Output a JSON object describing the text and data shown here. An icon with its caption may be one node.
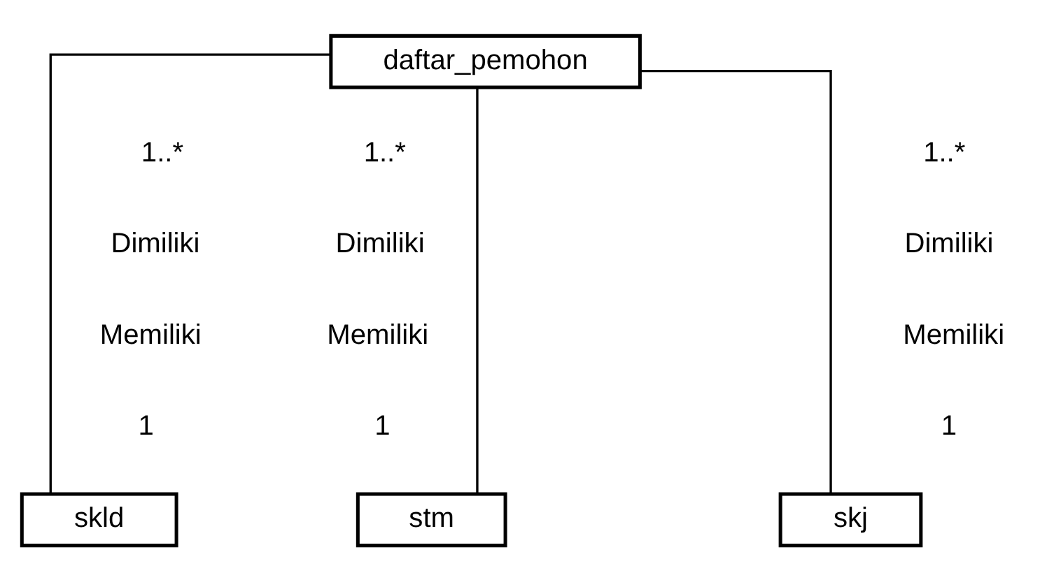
{
  "diagram": {
    "nodes": [
      {
        "text": [
          "daftar_pemohon"
        ]
      },
      {
        "text": [
          "skld"
        ]
      },
      {
        "text": [
          "stm"
        ]
      },
      {
        "text": [
          "skj"
        ]
      }
    ],
    "edges": [
      {
        "from": 0,
        "to": 1,
        "arrow": "none"
      },
      {
        "from": 0,
        "to": 2,
        "arrow": "none"
      },
      {
        "from": 0,
        "to": 3,
        "arrow": "none"
      }
    ],
    "labels": [
      "1..*",
      "Dimiliki",
      "Memiliki",
      "1",
      "1..*",
      "Dimiliki",
      "Memiliki",
      "1",
      "1..*",
      "Dimiliki",
      "Memiliki",
      "1"
    ]
  }
}
